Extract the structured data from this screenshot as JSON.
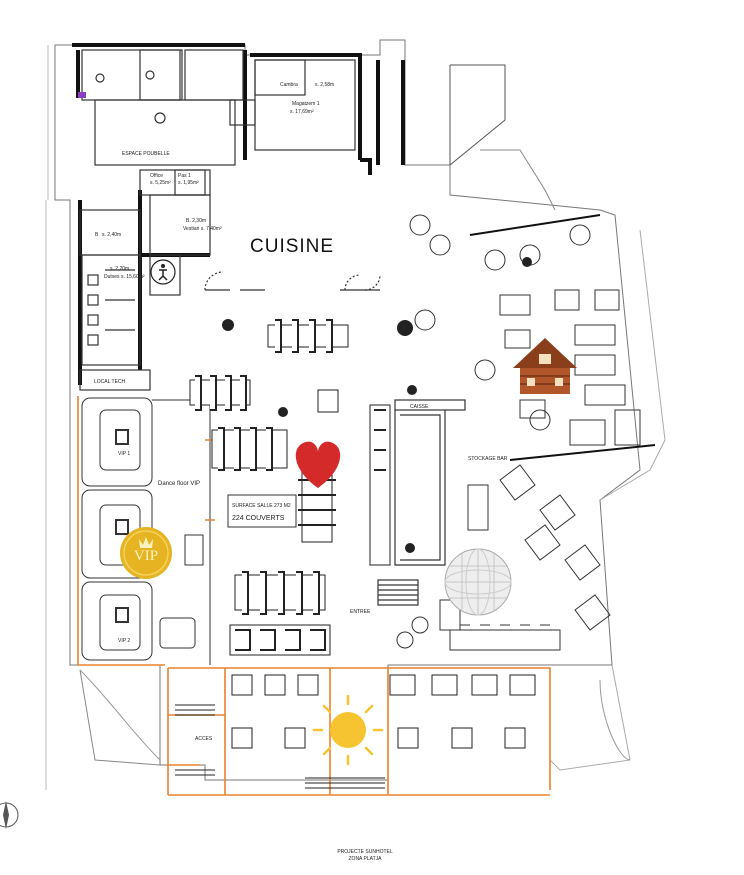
{
  "rooms": {
    "cuisine": "CUISINE",
    "cambra": "Cambra",
    "cambra_area": "s. 2,58m",
    "magatzem": "Magatzem 1",
    "magatzem_area": "s. 17,69m²",
    "espace_poubelle": "ESPACE POUBELLE",
    "office": "Office",
    "office_area": "s. 5,25m²",
    "pas": "Pas 1",
    "pas_area": "s. 1,95m²",
    "b": "B",
    "b_area": "s. 2,40m",
    "vestiaire": "B. 2,30m",
    "vestiaire_area": "Vestiari s. 7,40m²",
    "sanit": "s. 2,20m",
    "sanit_area": "Dutxes s. 15,60m²",
    "local_tech": "LOCAL TECH",
    "dance_floor": "Dance floor VIP",
    "vip1": "VIP 1",
    "vip2": "VIP 2",
    "surface": "SURFACE SALLE 273 M2",
    "couverts": "224 COUVERTS",
    "stockage": "STOCKAGE BAR",
    "entree": "ENTREE",
    "acces": "ACCES",
    "caisse": "CAISSE",
    "footer_line1": "PROJECTE SUNHOTEL",
    "footer_line2": "ZONA PLATJA"
  },
  "markers": {
    "vip_badge": "VIP",
    "heart_color": "#d52a2a",
    "sun_color": "#f7c431",
    "boundary_color": "#e8822d",
    "badge_color": "#e6b422",
    "chalet_color": "#8a3e1c"
  },
  "icons": {
    "compass": "compass-rose-icon",
    "heart": "heart-icon",
    "sun": "sun-icon",
    "chalet": "chalet-icon",
    "disco_ball": "disco-ball-icon"
  }
}
